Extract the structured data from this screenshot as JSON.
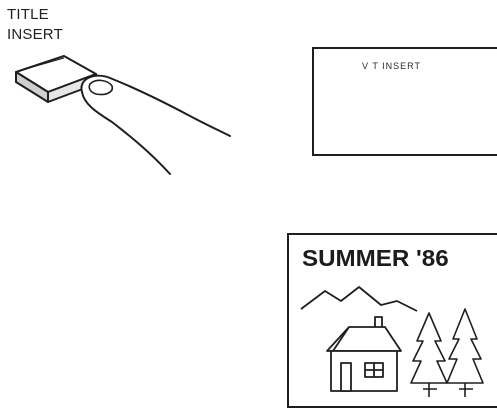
{
  "button": {
    "label_line1": "TITLE",
    "label_line2": "INSERT"
  },
  "screen": {
    "text": "V  T   INSERT"
  },
  "title_card": {
    "heading": "SUMMER '86"
  },
  "colors": {
    "ink": "#1f1f1f",
    "paper": "#ffffff"
  },
  "icons": {
    "finger": "pressing-finger-icon",
    "button": "title-insert-button-icon",
    "mountains": "mountains-icon",
    "house": "cabin-icon",
    "trees": "pine-trees-icon"
  }
}
